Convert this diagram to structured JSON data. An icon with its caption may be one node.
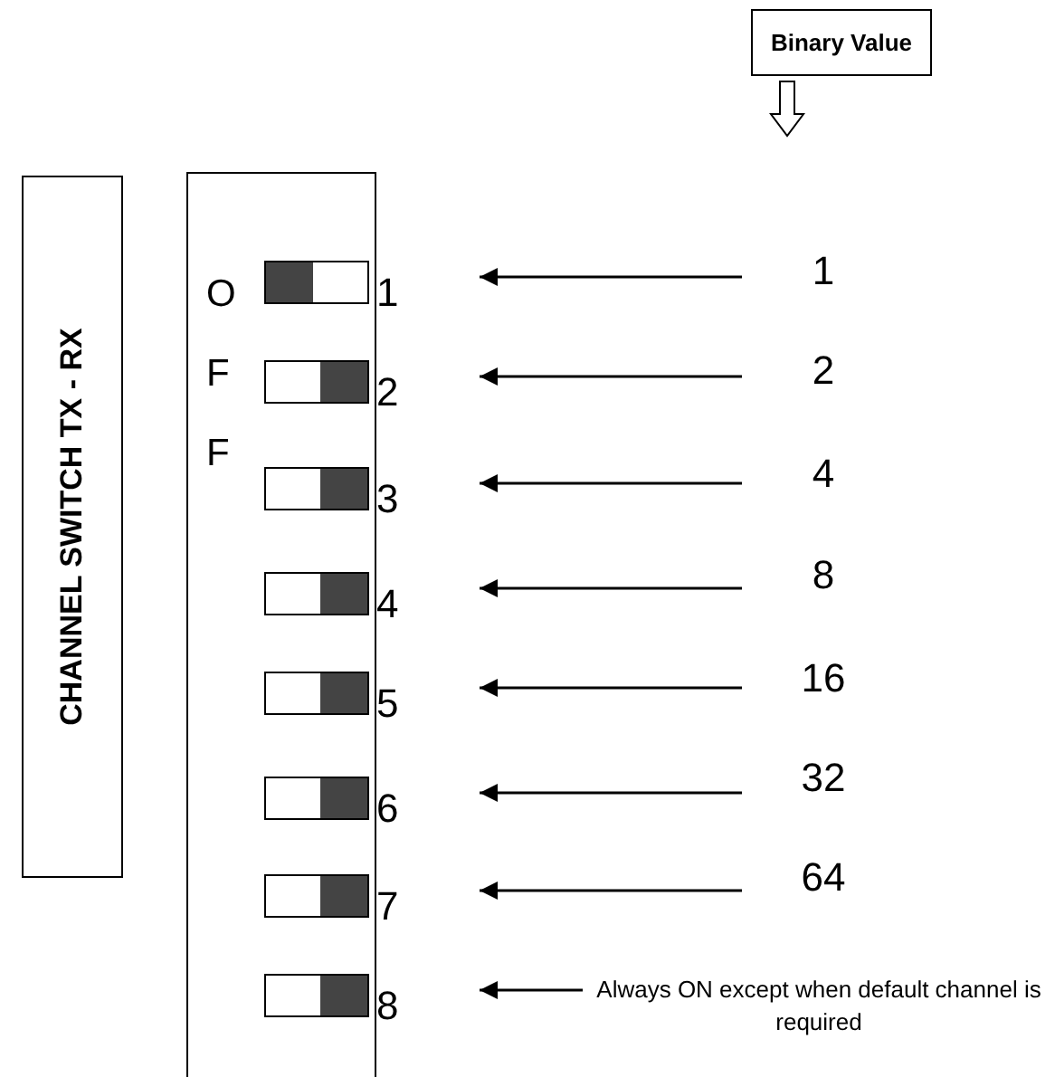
{
  "diagram": {
    "nodes": [
      {
        "text": [
          "Binary Value"
        ]
      },
      {
        "text": [
          "CHANNEL SWITCH TX - RX"
        ]
      },
      {
        "text": [
          "OFF"
        ]
      },
      {
        "text": [],
        "shape": "box",
        "in": 2,
        "beside": [
          "1"
        ]
      },
      {
        "text": [],
        "shape": "box",
        "in": 2,
        "beside": [
          "2"
        ]
      },
      {
        "text": [],
        "shape": "box",
        "in": 2,
        "beside": [
          "3"
        ]
      },
      {
        "text": [],
        "shape": "box",
        "in": 2,
        "beside": [
          "4"
        ]
      },
      {
        "text": [],
        "shape": "box",
        "in": 2,
        "beside": [
          "5"
        ]
      },
      {
        "text": [],
        "shape": "box",
        "in": 2,
        "beside": [
          "6"
        ]
      },
      {
        "text": [],
        "shape": "box",
        "in": 2,
        "beside": [
          "7"
        ]
      },
      {
        "text": [],
        "shape": "box",
        "in": 2,
        "beside": [
          "8"
        ]
      },
      {
        "text": [
          "1"
        ]
      },
      {
        "text": [
          "2"
        ]
      },
      {
        "text": [
          "4"
        ]
      },
      {
        "text": [
          "8"
        ]
      },
      {
        "text": [
          "16"
        ]
      },
      {
        "text": [
          "32"
        ]
      },
      {
        "text": [
          "64"
        ]
      },
      {
        "text": [
          "Always ON except when default channel is required"
        ]
      }
    ],
    "edges": [
      {
        "from": 0,
        "to": null,
        "arrow": "to"
      },
      {
        "from": 11,
        "to": 3,
        "arrow": "to"
      },
      {
        "from": 12,
        "to": 4,
        "arrow": "to"
      },
      {
        "from": 13,
        "to": 5,
        "arrow": "to"
      },
      {
        "from": 14,
        "to": 6,
        "arrow": "to"
      },
      {
        "from": 15,
        "to": 7,
        "arrow": "to"
      },
      {
        "from": 16,
        "to": 8,
        "arrow": "to"
      },
      {
        "from": 17,
        "to": 9,
        "arrow": "to"
      },
      {
        "from": 18,
        "to": 10,
        "arrow": "to"
      }
    ]
  }
}
